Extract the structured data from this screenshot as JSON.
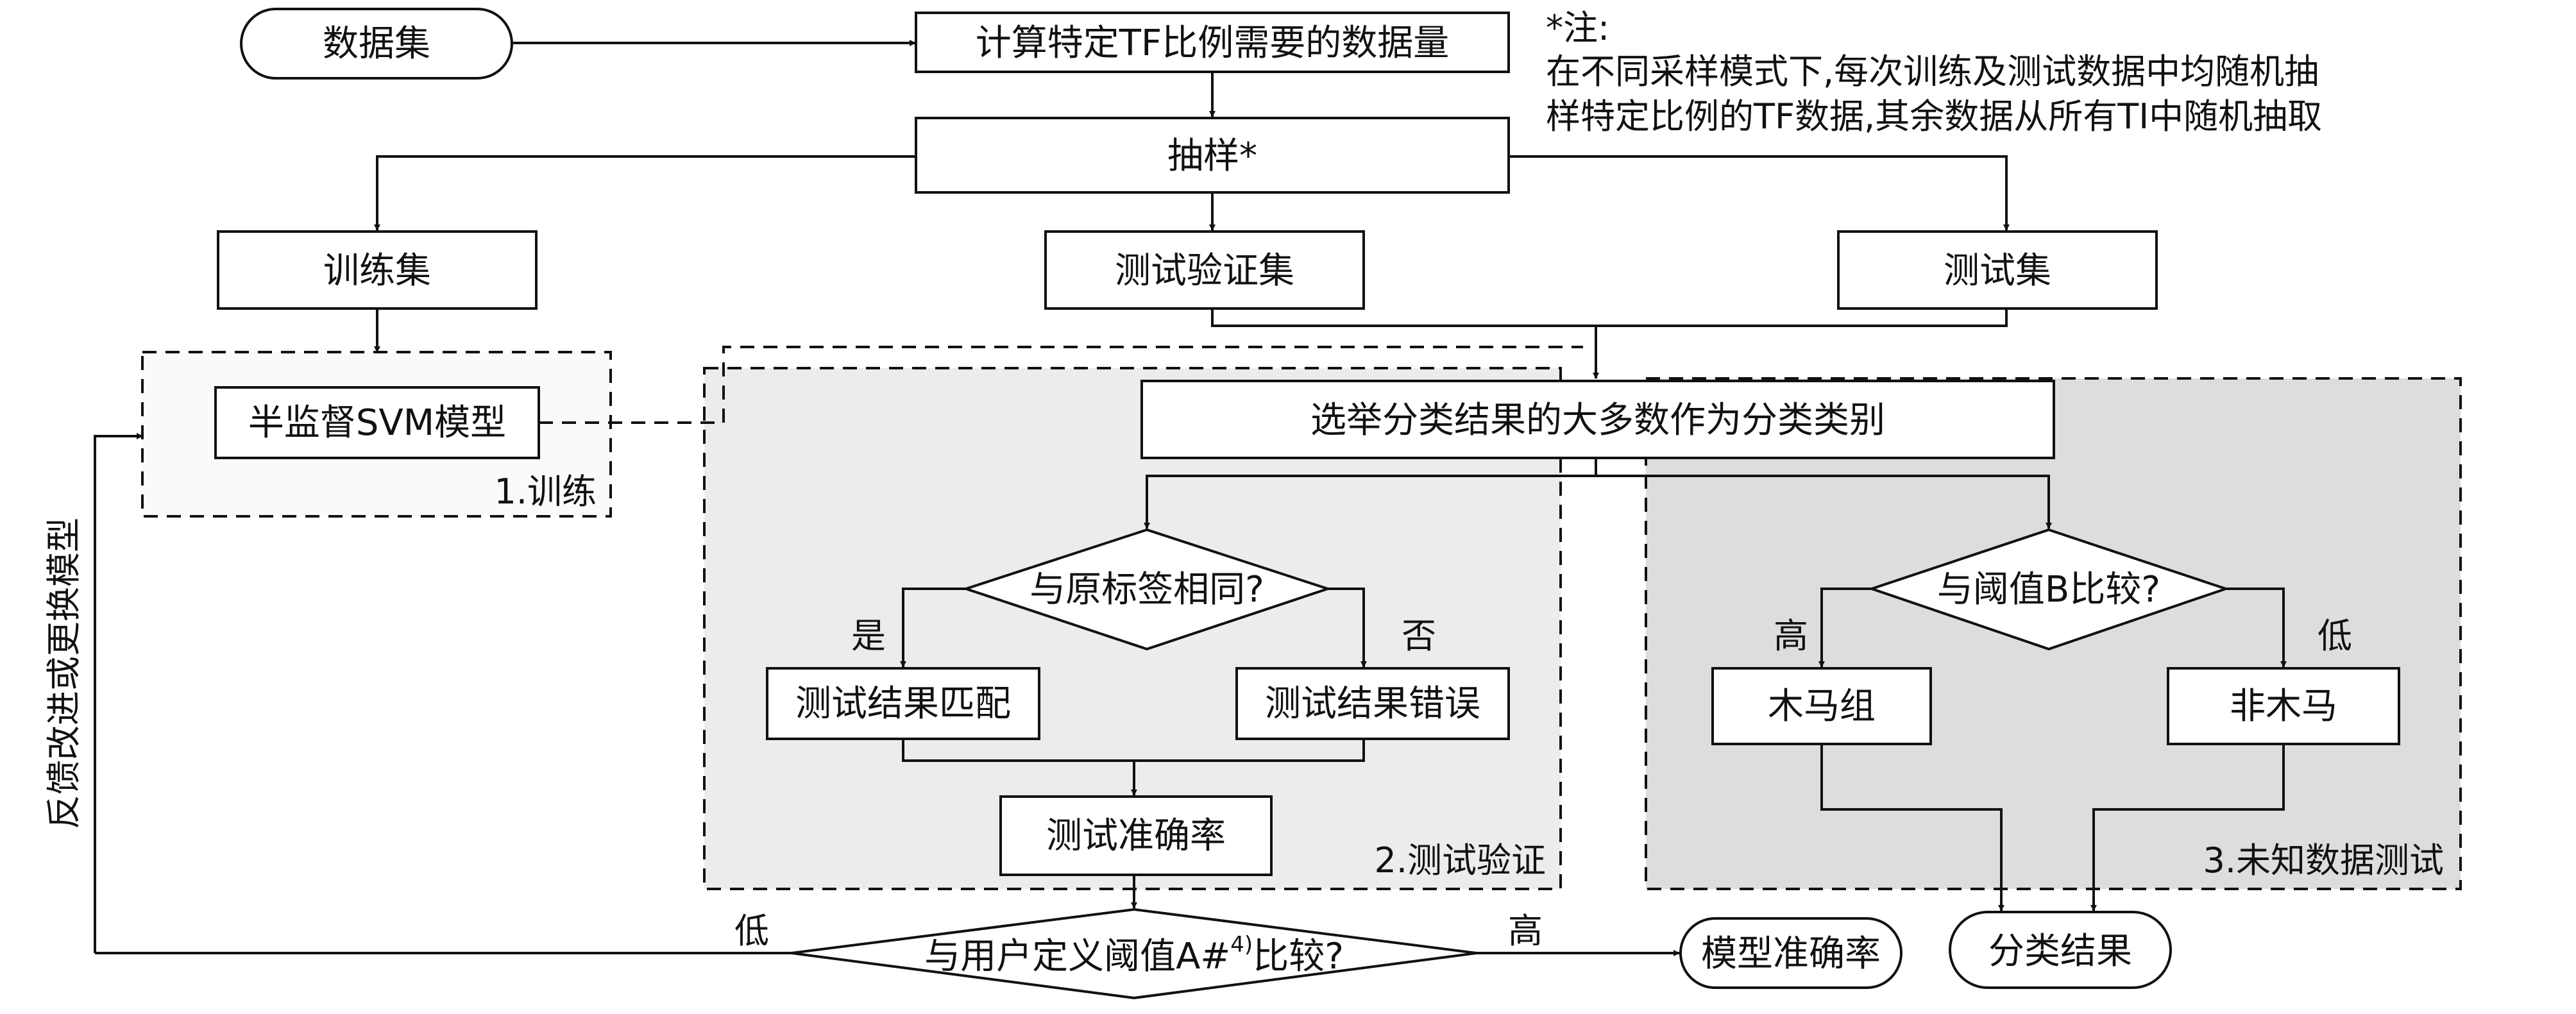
{
  "nodes": {
    "dataset": "数据集",
    "calc": "计算特定TF比例需要的数据量",
    "sampling": "抽样*",
    "train_set": "训练集",
    "val_set": "测试验证集",
    "test_set": "测试集",
    "svm": "半监督SVM模型",
    "vote": "选举分类结果的大多数作为分类类别",
    "same_label": "与原标签相同?",
    "match": "测试结果匹配",
    "error": "测试结果错误",
    "accuracy": "测试准确率",
    "threshold_b": "与阈值B比较?",
    "trojan": "木马组",
    "non_trojan": "非木马",
    "threshold_a_prefix": "与用户定义阈值A#",
    "threshold_a_sup": "4)",
    "threshold_a_suffix": "比较?",
    "model_accuracy": "模型准确率",
    "class_result": "分类结果"
  },
  "regions": {
    "train": "1.训练",
    "validate": "2.测试验证",
    "unknown": "3.未知数据测试"
  },
  "labels": {
    "yes": "是",
    "no": "否",
    "high_b": "高",
    "low_b": "低",
    "low_a": "低",
    "high_a": "高",
    "feedback": "反馈改进或更换模型"
  },
  "note": {
    "title": "*注:",
    "line1": "在不同采样模式下,每次训练及测试数据中均随机抽",
    "line2": "样特定比例的TF数据,其余数据从所有TI中随机抽取"
  },
  "colors": {
    "region_train": "#fafafa",
    "region_validate": "#ececec",
    "region_unknown": "#dddddd"
  }
}
